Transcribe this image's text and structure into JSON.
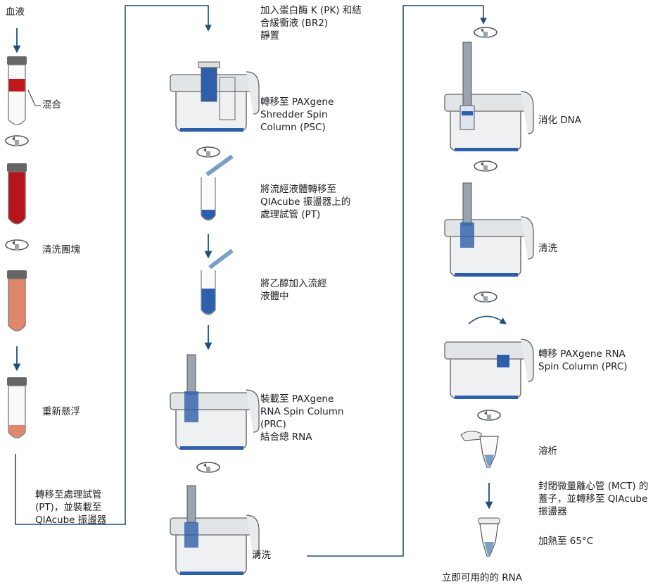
{
  "labels": {
    "blood": "血液",
    "mix": "混合",
    "wash_pellet": "清洗團塊",
    "resuspend": "重新懸浮",
    "transfer_pt": [
      "轉移至處理試管",
      "(PT)，並裝載至",
      "QIAcube 振盪器"
    ],
    "add_pk": [
      "加入蛋白酶 K (PK) 和結",
      "合緩衝液 (BR2)",
      "靜置"
    ],
    "transfer_psc": [
      "轉移至 PAXgene",
      "Shredder Spin",
      "Column (PSC)"
    ],
    "transfer_flow": [
      "將流經液體轉移至",
      "QIAcube 振盪器上的",
      "處理試管 (PT)"
    ],
    "add_ethanol": [
      "將乙醇加入流經",
      "液體中"
    ],
    "load_prc": [
      "裝載至 PAXgene",
      "RNA Spin Column",
      "(PRC)",
      "結合總 RNA"
    ],
    "wash_mid": "清洗",
    "digest": "消化 DNA",
    "wash_right": "清洗",
    "transfer_prc": [
      "轉移 PAXgene RNA",
      "Spin Column (PRC)"
    ],
    "elute": "溶析",
    "close_mct": [
      "封閉微量離心管 (MCT) 的",
      "蓋子，並轉移至 QIAcube",
      "振盪器"
    ],
    "heat": "加熱至 65°C",
    "ready_rna": "立即可用的的 RNA"
  },
  "colors": {
    "arrow": "#1f4e79",
    "blood_dark": "#c0161c",
    "blood_light": "#e0876b",
    "blue_liquid": "#2e5faa",
    "gray_outline": "#555555"
  }
}
